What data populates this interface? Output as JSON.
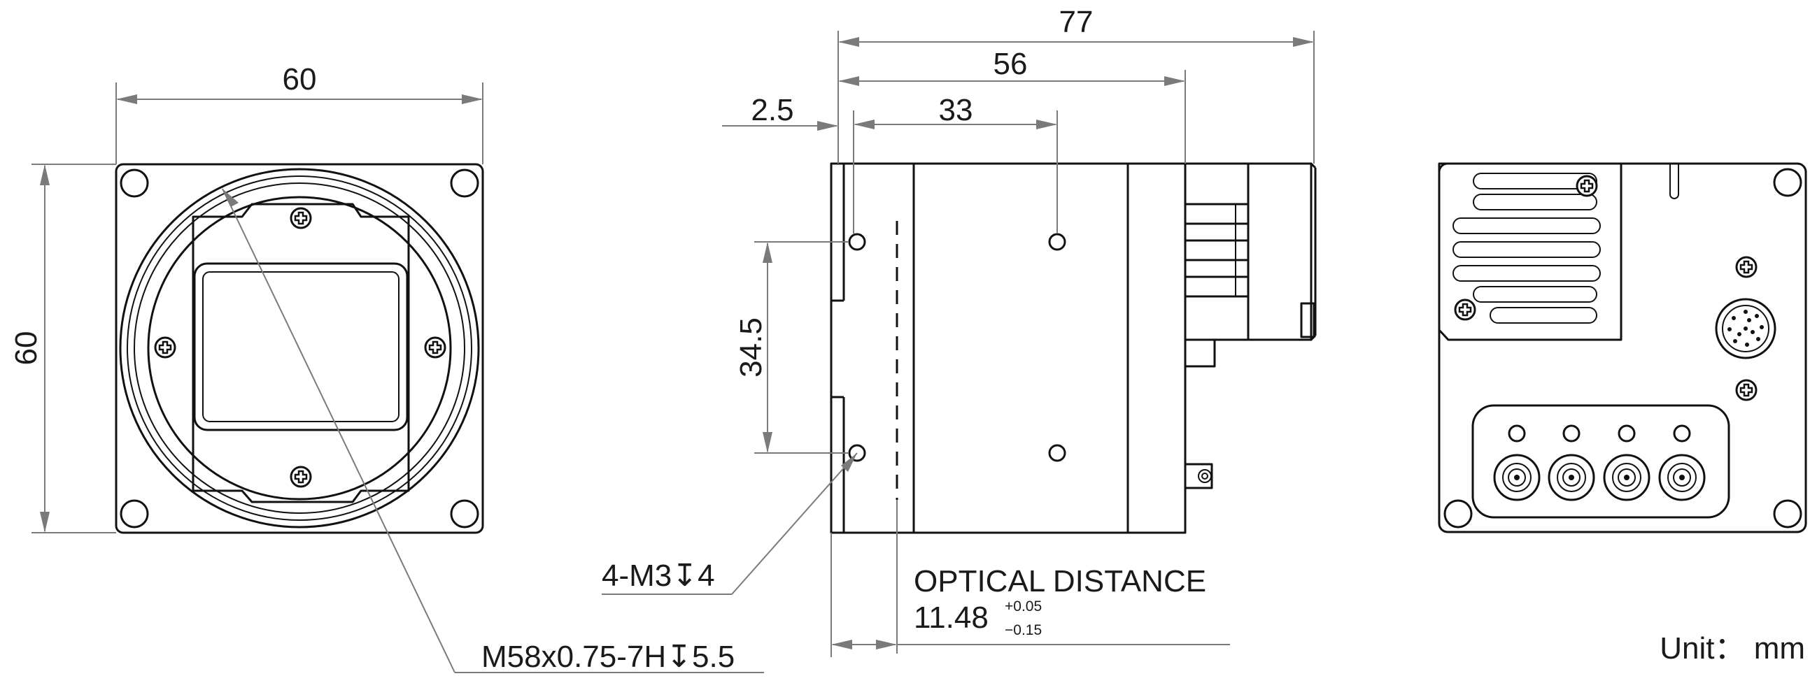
{
  "front_view": {
    "width_label": "60",
    "height_label": "60",
    "mount_label": "M58x0.75-7H↧5.5"
  },
  "side_view": {
    "overall_length_label": "77",
    "body_length_label": "56",
    "hole_spacing_label": "33",
    "offset_label": "2.5",
    "vertical_spacing_label": "34.5",
    "hole_callout_label": "4-M3↧4",
    "optical_title": "OPTICAL DISTANCE",
    "optical_value": "11.48",
    "tol_plus": "+0.05",
    "tol_minus": "−0.15"
  },
  "units": {
    "label": "Unit： mm"
  }
}
